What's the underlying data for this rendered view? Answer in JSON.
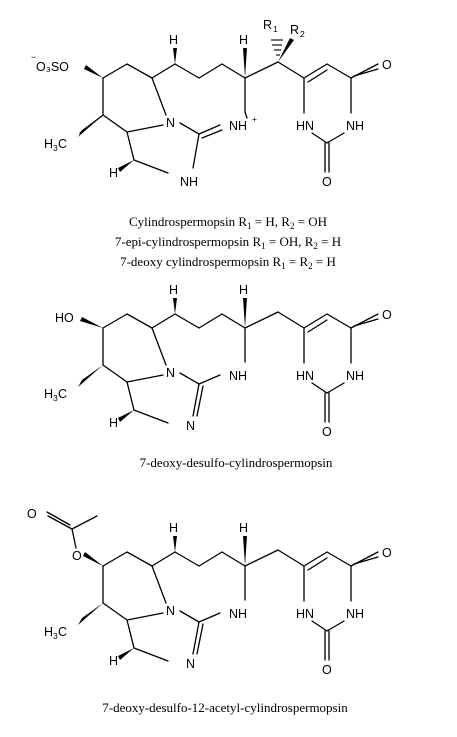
{
  "molecules": [
    {
      "atoms": {
        "sulfate": "O₃SO",
        "sulfate_charge": "−",
        "sulfate_O_prefix": "",
        "H_top1": "H",
        "H_top2": "H",
        "NH_plus": "NH",
        "plus": "+",
        "R1": "R",
        "R1_sub": "1",
        "R2": "R",
        "R2_sub": "2",
        "O_right": "O",
        "HN": "HN",
        "NH_right": "NH",
        "O_bottom": "O",
        "N_ring": "N",
        "NH_bottom": "NH",
        "H_bottom": "H",
        "H3C": "H",
        "H3C_sub": "3",
        "H3C_C": "C"
      },
      "caption_lines": [
        {
          "name": "Cylindrospermopsin",
          "r1": "R",
          "r1s": "1",
          "r1v": " = H, ",
          "r2": "R",
          "r2s": "2",
          "r2v": " = OH"
        },
        {
          "name": "7-epi-cylindrospermopsin",
          "r1": "R",
          "r1s": "1",
          "r1v": " = OH, ",
          "r2": "R",
          "r2s": "2",
          "r2v": " = H"
        },
        {
          "name": "7-deoxy cylindrospermopsin",
          "r1": "R",
          "r1s": "1",
          "r1v": " = ",
          "r2": "R",
          "r2s": "2",
          "r2v": " = H"
        }
      ]
    },
    {
      "atoms": {
        "HO": "HO",
        "H_top1": "H",
        "H_top2": "H",
        "NH": "NH",
        "O_right": "O",
        "HN": "HN",
        "NH_right": "NH",
        "O_bottom": "O",
        "N_ring": "N",
        "N_bottom": "N",
        "H_bottom": "H",
        "H3C": "H",
        "H3C_sub": "3",
        "H3C_C": "C"
      },
      "caption": "7-deoxy-desulfo-cylindrospermopsin"
    },
    {
      "atoms": {
        "O_acyl": "O",
        "O_ester": "O",
        "H_top1": "H",
        "H_top2": "H",
        "NH": "NH",
        "O_right": "O",
        "HN": "HN",
        "NH_right": "NH",
        "O_bottom": "O",
        "N_ring": "N",
        "N_bottom": "N",
        "H_bottom": "H",
        "H3C": "H",
        "H3C_sub": "3",
        "H3C_C": "C"
      },
      "caption": "7-deoxy-desulfo-12-acetyl-cylindrospermopsin"
    }
  ]
}
